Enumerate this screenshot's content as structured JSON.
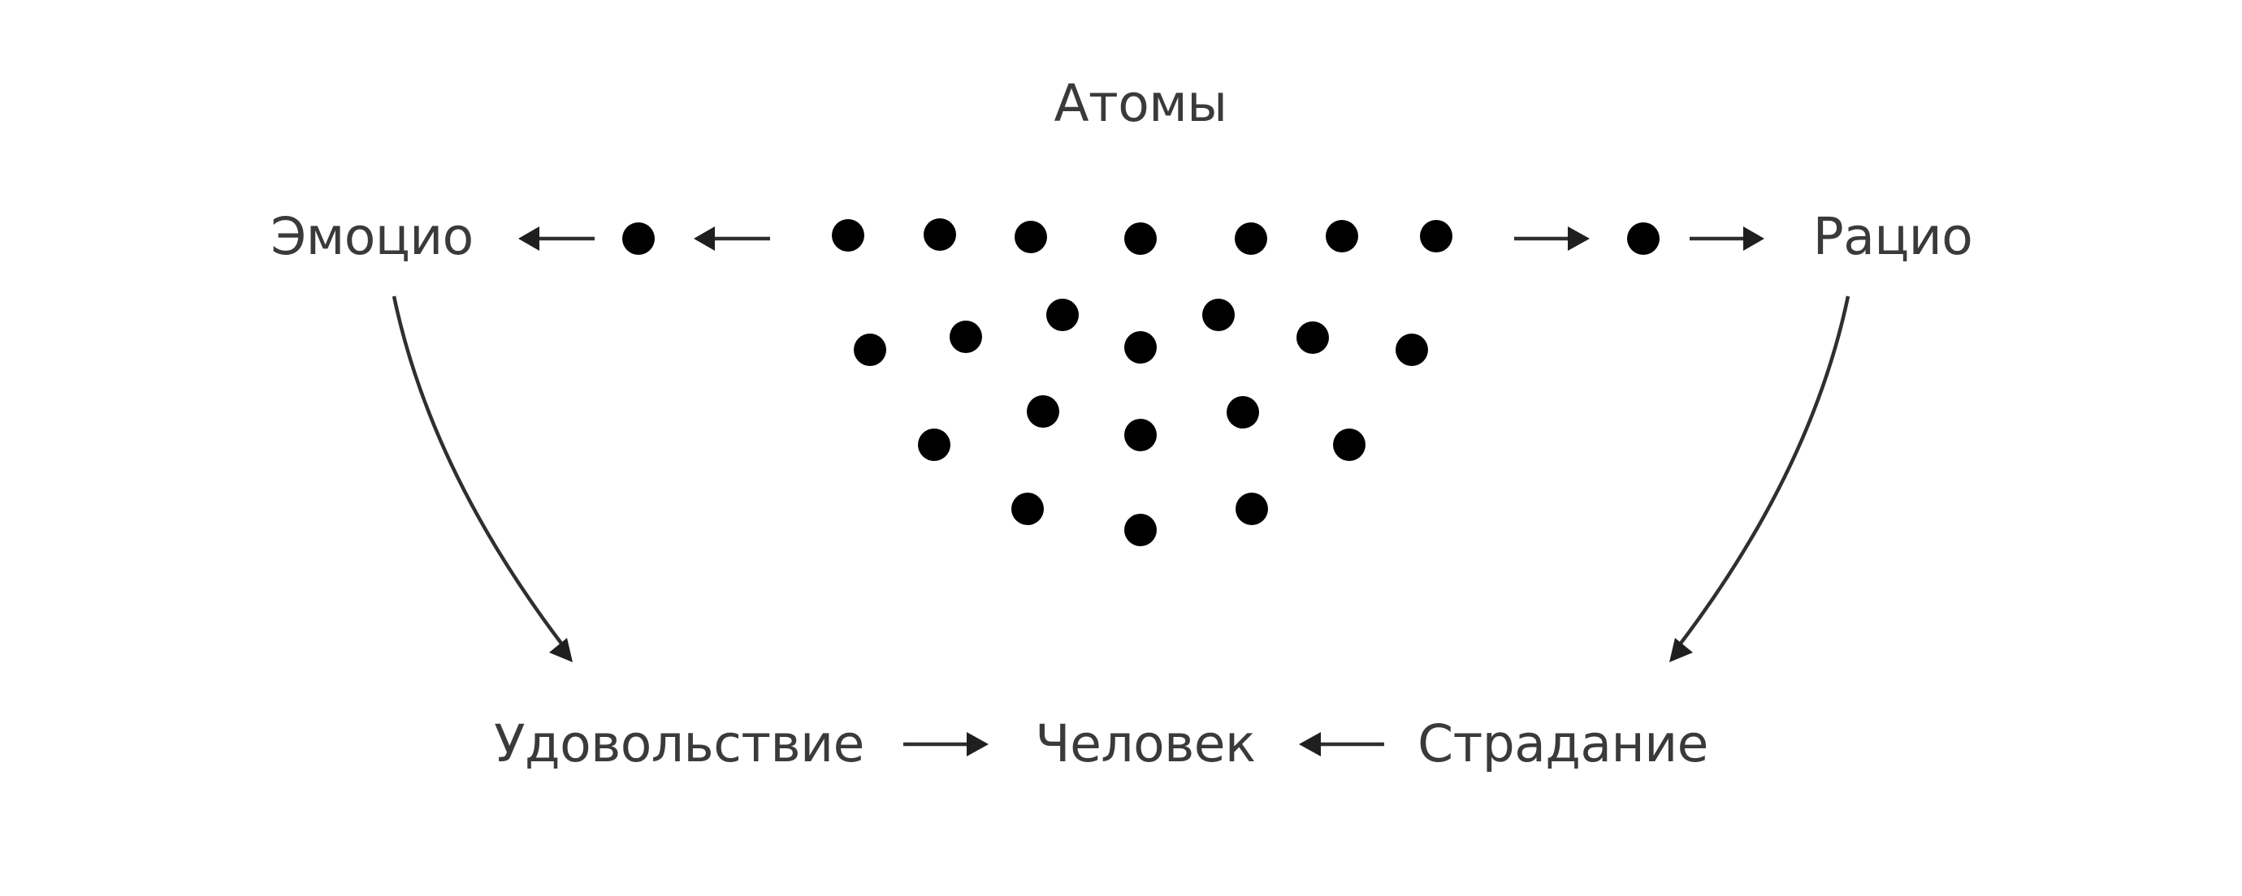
{
  "diagram": {
    "labels": {
      "atoms": "Атомы",
      "emotio": "Эмоцио",
      "ratio": "Рацио",
      "pleasure": "Удовольствие",
      "human": "Человек",
      "suffering": "Страдание"
    },
    "edges": [
      {
        "from": "atoms",
        "to": "emotio"
      },
      {
        "from": "atoms",
        "to": "ratio"
      },
      {
        "from": "emotio",
        "to": "pleasure"
      },
      {
        "from": "ratio",
        "to": "suffering"
      },
      {
        "from": "pleasure",
        "to": "human"
      },
      {
        "from": "suffering",
        "to": "human"
      }
    ],
    "colors": {
      "text": "#3a3a3a",
      "arrow": "#2f2f2f",
      "dot": "#000000",
      "background": "#ffffff"
    }
  }
}
